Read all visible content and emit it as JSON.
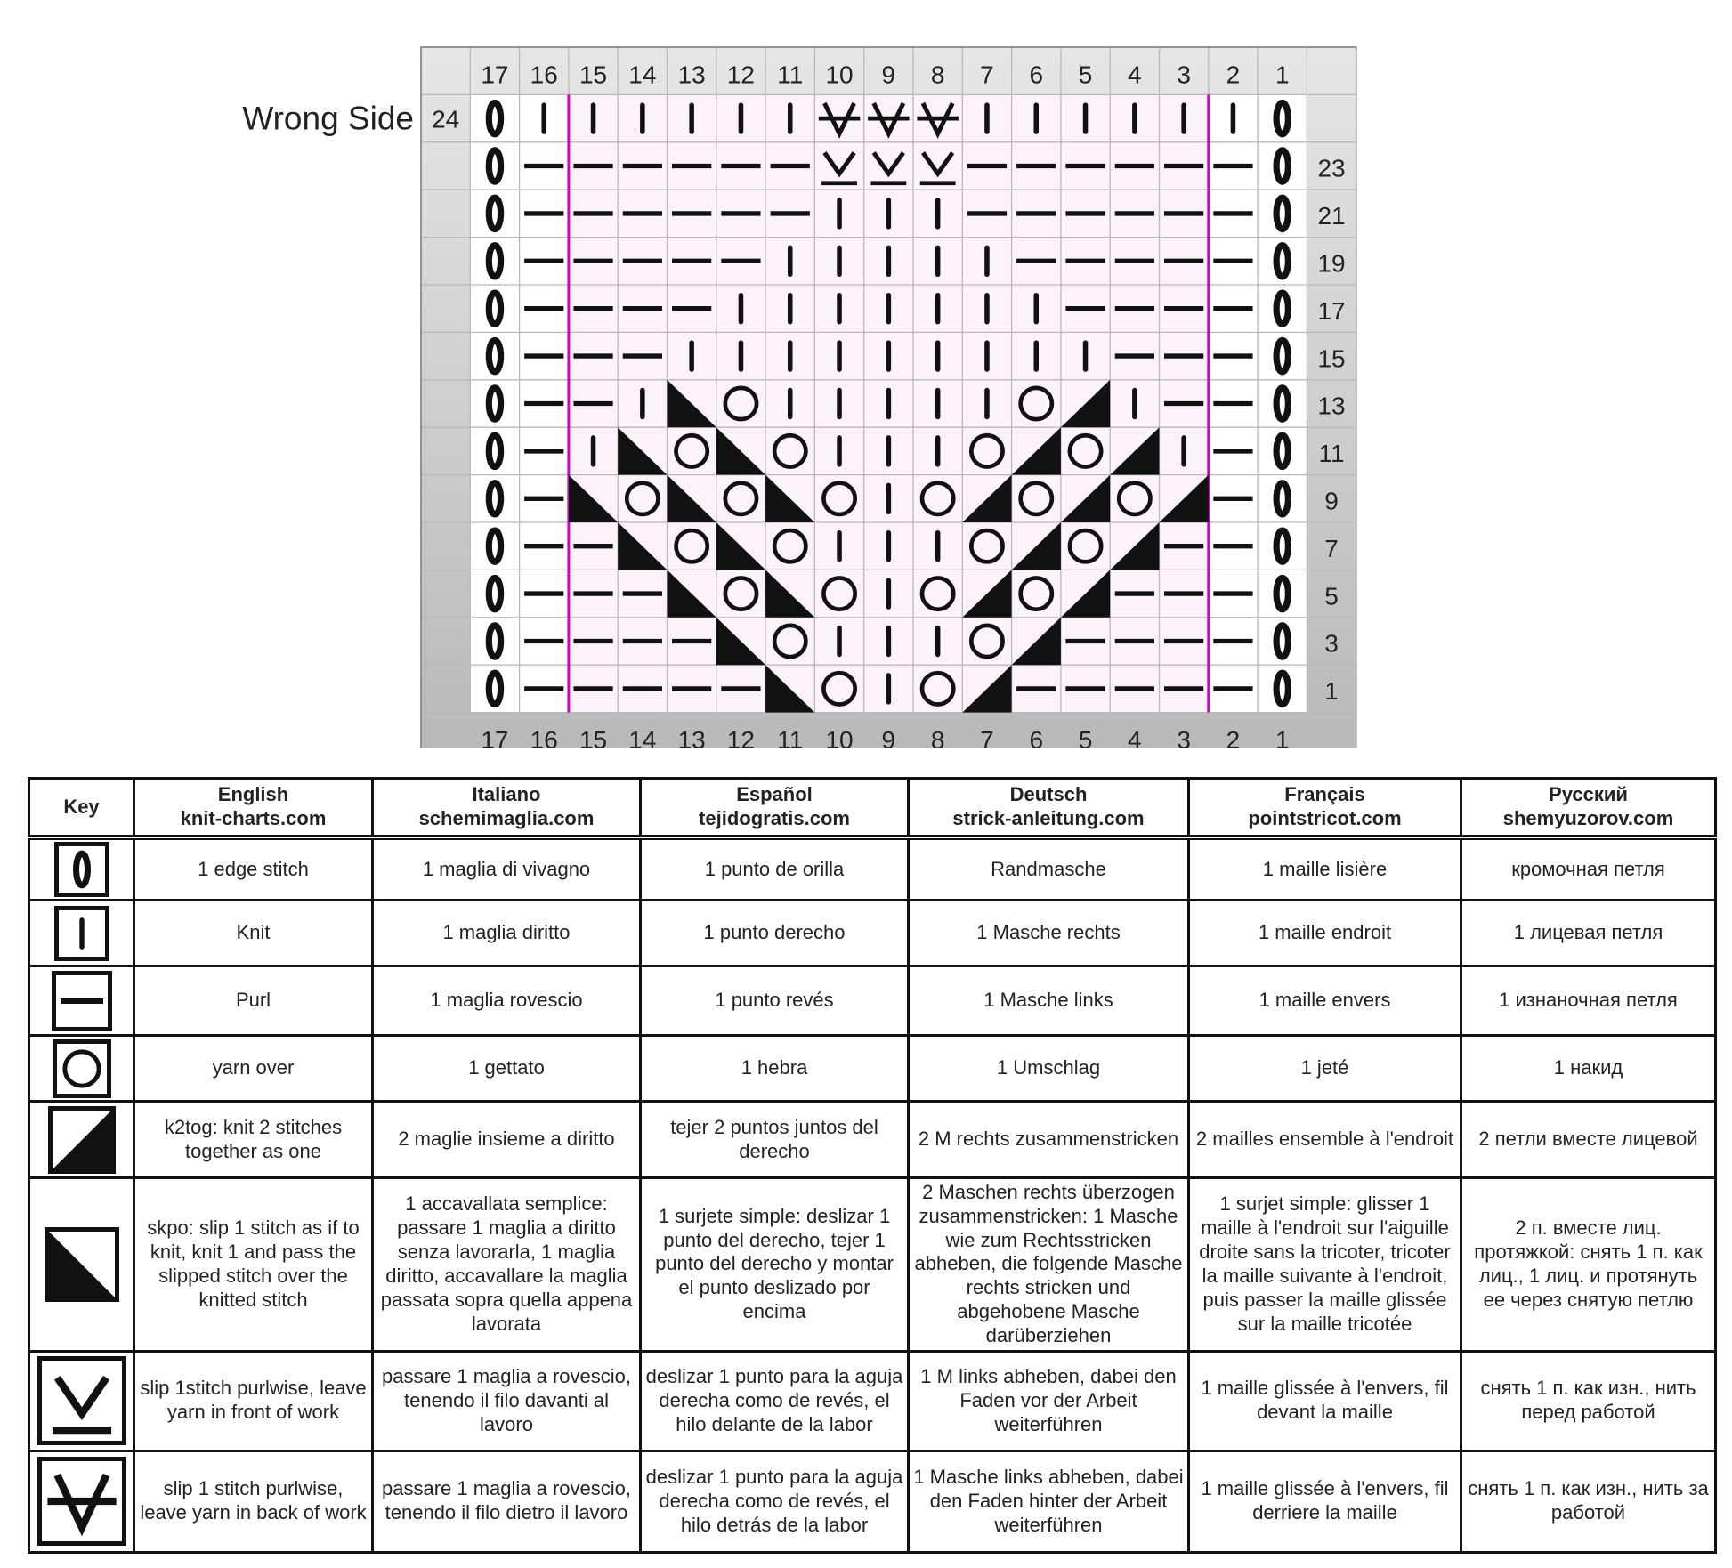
{
  "chart": {
    "side_label": "Wrong Side",
    "column_numbers": [
      "17",
      "16",
      "15",
      "14",
      "13",
      "12",
      "11",
      "10",
      "9",
      "8",
      "7",
      "6",
      "5",
      "4",
      "3",
      "2",
      "1"
    ],
    "right_row_numbers": [
      {
        "row": 2,
        "label": "23"
      },
      {
        "row": 3,
        "label": "21"
      },
      {
        "row": 4,
        "label": "19"
      },
      {
        "row": 5,
        "label": "17"
      },
      {
        "row": 6,
        "label": "15"
      },
      {
        "row": 7,
        "label": "13"
      },
      {
        "row": 8,
        "label": "11"
      },
      {
        "row": 9,
        "label": "9"
      },
      {
        "row": 10,
        "label": "7"
      },
      {
        "row": 11,
        "label": "5"
      },
      {
        "row": 12,
        "label": "3"
      },
      {
        "row": 13,
        "label": "1"
      }
    ],
    "left_row_numbers": [
      {
        "row": 1,
        "label": "24"
      }
    ],
    "symbol_rows": [
      [
        "E",
        "K",
        "K",
        "K",
        "K",
        "K",
        "K",
        "SB",
        "SB",
        "SB",
        "K",
        "K",
        "K",
        "K",
        "K",
        "K",
        "E"
      ],
      [
        "E",
        "P",
        "P",
        "P",
        "P",
        "P",
        "P",
        "SF",
        "SF",
        "SF",
        "P",
        "P",
        "P",
        "P",
        "P",
        "P",
        "E"
      ],
      [
        "E",
        "P",
        "P",
        "P",
        "P",
        "P",
        "P",
        "K",
        "K",
        "K",
        "P",
        "P",
        "P",
        "P",
        "P",
        "P",
        "E"
      ],
      [
        "E",
        "P",
        "P",
        "P",
        "P",
        "P",
        "K",
        "K",
        "K",
        "K",
        "K",
        "P",
        "P",
        "P",
        "P",
        "P",
        "E"
      ],
      [
        "E",
        "P",
        "P",
        "P",
        "P",
        "K",
        "K",
        "K",
        "K",
        "K",
        "K",
        "K",
        "P",
        "P",
        "P",
        "P",
        "E"
      ],
      [
        "E",
        "P",
        "P",
        "P",
        "K",
        "K",
        "K",
        "K",
        "K",
        "K",
        "K",
        "K",
        "K",
        "P",
        "P",
        "P",
        "E"
      ],
      [
        "E",
        "P",
        "P",
        "K",
        "S",
        "O",
        "K",
        "K",
        "K",
        "K",
        "K",
        "O",
        "T",
        "K",
        "P",
        "P",
        "E"
      ],
      [
        "E",
        "P",
        "K",
        "S",
        "O",
        "S",
        "O",
        "K",
        "K",
        "K",
        "O",
        "T",
        "O",
        "T",
        "K",
        "P",
        "E"
      ],
      [
        "E",
        "P",
        "S",
        "O",
        "S",
        "O",
        "S",
        "O",
        "K",
        "O",
        "T",
        "O",
        "T",
        "O",
        "T",
        "P",
        "E"
      ],
      [
        "E",
        "P",
        "P",
        "S",
        "O",
        "S",
        "O",
        "K",
        "K",
        "K",
        "O",
        "T",
        "O",
        "T",
        "P",
        "P",
        "E"
      ],
      [
        "E",
        "P",
        "P",
        "P",
        "S",
        "O",
        "S",
        "O",
        "K",
        "O",
        "T",
        "O",
        "T",
        "P",
        "P",
        "P",
        "E"
      ],
      [
        "E",
        "P",
        "P",
        "P",
        "P",
        "S",
        "O",
        "K",
        "K",
        "K",
        "O",
        "T",
        "P",
        "P",
        "P",
        "P",
        "E"
      ],
      [
        "E",
        "P",
        "P",
        "P",
        "P",
        "P",
        "S",
        "O",
        "K",
        "O",
        "T",
        "P",
        "P",
        "P",
        "P",
        "P",
        "E"
      ]
    ]
  },
  "key": {
    "header": {
      "key_label": "Key",
      "languages": [
        {
          "language": "English",
          "site": "knit-charts.com"
        },
        {
          "language": "Italiano",
          "site": "schemimaglia.com"
        },
        {
          "language": "Español",
          "site": "tejidogratis.com"
        },
        {
          "language": "Deutsch",
          "site": "strick-anleitung.com"
        },
        {
          "language": "Français",
          "site": "pointstricot.com"
        },
        {
          "language": "Русский",
          "site": "shemyuzorov.com"
        }
      ]
    },
    "rows": [
      {
        "symbol": "edge-stitch",
        "texts": [
          "1 edge stitch",
          "1 maglia di vivagno",
          "1 punto de orilla",
          "Randmasche",
          "1 maille lisière",
          "кромочная петля"
        ]
      },
      {
        "symbol": "knit",
        "texts": [
          "Knit",
          "1 maglia diritto",
          "1 punto derecho",
          "1 Masche rechts",
          "1 maille endroit",
          "1 лицевая петля"
        ]
      },
      {
        "symbol": "purl",
        "texts": [
          "Purl",
          "1 maglia rovescio",
          "1 punto revés",
          "1 Masche links",
          "1 maille envers",
          "1 изнаночная петля"
        ]
      },
      {
        "symbol": "yarn-over",
        "texts": [
          "yarn over",
          "1 gettato",
          "1 hebra",
          "1 Umschlag",
          "1 jeté",
          "1 накид"
        ]
      },
      {
        "symbol": "k2tog",
        "texts": [
          "k2tog: knit 2 stitches together as one",
          "2 maglie insieme a diritto",
          "tejer 2 puntos juntos del derecho",
          "2 M rechts zusammenstricken",
          "2 mailles ensemble à l'endroit",
          "2 петли вместе лицевой"
        ]
      },
      {
        "symbol": "skpo",
        "texts": [
          "skpo: slip 1 stitch as if to knit, knit 1 and pass the slipped stitch over the knitted stitch",
          "1 accavallata semplice: passare 1 maglia a diritto senza lavorarla, 1 maglia diritto, accavallare la maglia passata sopra quella appena lavorata",
          "1 surjete simple: deslizar 1 punto del derecho, tejer 1 punto del derecho y montar el punto deslizado por encima",
          "2 Maschen rechts überzogen zusammenstricken: 1 Masche wie zum Rechtsstricken abheben, die folgende Masche rechts stricken und abgehobene Masche darüberziehen",
          "1 surjet simple: glisser 1 maille à l'endroit sur l'aiguille droite sans la tricoter, tricoter la maille suivante à l'endroit, puis passer la maille glissée sur la maille tricotée",
          "2 п. вместе лиц. протяжкой: снять 1 п. как лиц., 1 лиц. и протянуть ее через снятую петлю"
        ]
      },
      {
        "symbol": "slip-wyif",
        "texts": [
          "slip 1stitch purlwise, leave yarn in front of work",
          "passare 1 maglia a rovescio, tenendo il filo davanti al lavoro",
          "deslizar 1 punto para la aguja derecha como de revés, el hilo delante de la labor",
          "1 M links abheben, dabei den Faden vor der Arbeit weiterführen",
          "1 maille glissée à l'envers, fil devant la maille",
          "снять 1 п. как изн., нить перед работой"
        ]
      },
      {
        "symbol": "slip-wyib",
        "texts": [
          "slip 1 stitch purlwise, leave yarn in back of work",
          "passare 1 maglia a rovescio, tenendo il filo dietro il lavoro",
          "deslizar 1 punto para la aguja derecha como de revés, el hilo detrás de la labor",
          "1 Masche links abheben, dabei den Faden hinter der Arbeit weiterführen",
          "1 maille glissée à l'envers, fil derriere la maille",
          "снять 1 п. как изн., нить за работой"
        ]
      }
    ]
  }
}
